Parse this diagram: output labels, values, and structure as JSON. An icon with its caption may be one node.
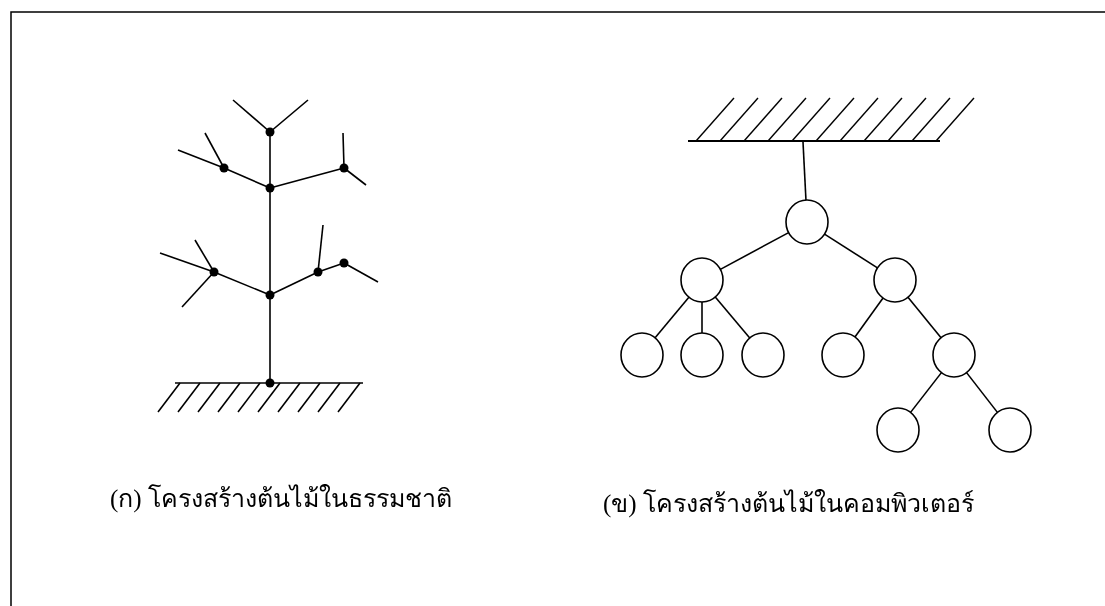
{
  "diagram": {
    "nodes": [
      {
        "text": [],
        "shape": "bar"
      },
      {
        "text": [],
        "shape": "circle"
      },
      {
        "text": [],
        "shape": "circle"
      },
      {
        "text": [],
        "shape": "circle"
      },
      {
        "text": [],
        "shape": "circle"
      },
      {
        "text": [],
        "shape": "circle"
      },
      {
        "text": [],
        "shape": "circle"
      },
      {
        "text": [],
        "shape": "circle"
      },
      {
        "text": [],
        "shape": "circle"
      },
      {
        "text": [],
        "shape": "circle"
      },
      {
        "text": [],
        "shape": "circle"
      }
    ],
    "edges": [
      {
        "from": 0,
        "to": 1,
        "arrow": "none"
      },
      {
        "from": 1,
        "to": 2,
        "arrow": "none"
      },
      {
        "from": 1,
        "to": 3,
        "arrow": "none"
      },
      {
        "from": 2,
        "to": 4,
        "arrow": "none"
      },
      {
        "from": 2,
        "to": 5,
        "arrow": "none"
      },
      {
        "from": 2,
        "to": 6,
        "arrow": "none"
      },
      {
        "from": 3,
        "to": 7,
        "arrow": "none"
      },
      {
        "from": 3,
        "to": 8,
        "arrow": "none"
      },
      {
        "from": 8,
        "to": 9,
        "arrow": "none"
      },
      {
        "from": 8,
        "to": 10,
        "arrow": "none"
      }
    ],
    "labels": [
      "(ก) โครงสร้างต้นไม้ในธรรมชาติ",
      "(ข) โครงสร้างต้นไม้ในคอมพิวเตอร์"
    ]
  }
}
